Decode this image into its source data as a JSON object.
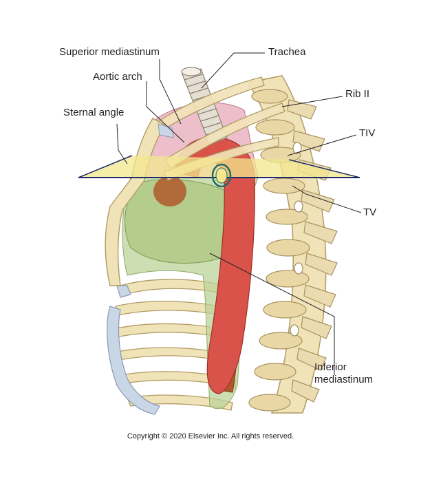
{
  "labels": {
    "superior_mediastinum": "Superior mediastinum",
    "trachea": "Trachea",
    "aortic_arch": "Aortic arch",
    "rib_ii": "Rib II",
    "sternal_angle": "Sternal angle",
    "tiv": "TIV",
    "tv": "TV",
    "inferior_mediastinum_line1": "Inferior",
    "inferior_mediastinum_line2": "mediastinum"
  },
  "copyright": "Copyright © 2020 Elsevier Inc. All rights reserved.",
  "colors": {
    "bone": "#f1e3b8",
    "bone_outline": "#b09a63",
    "cartilage": "#c9d6e6",
    "inferior_region": "#bcd39a",
    "superior_region": "#e6a9b8",
    "aorta": "#d9534a",
    "esophagus": "#b0582a",
    "plane": "#f3e78f",
    "plane_edge": "#1d2a6b",
    "label_text": "#231f20"
  }
}
